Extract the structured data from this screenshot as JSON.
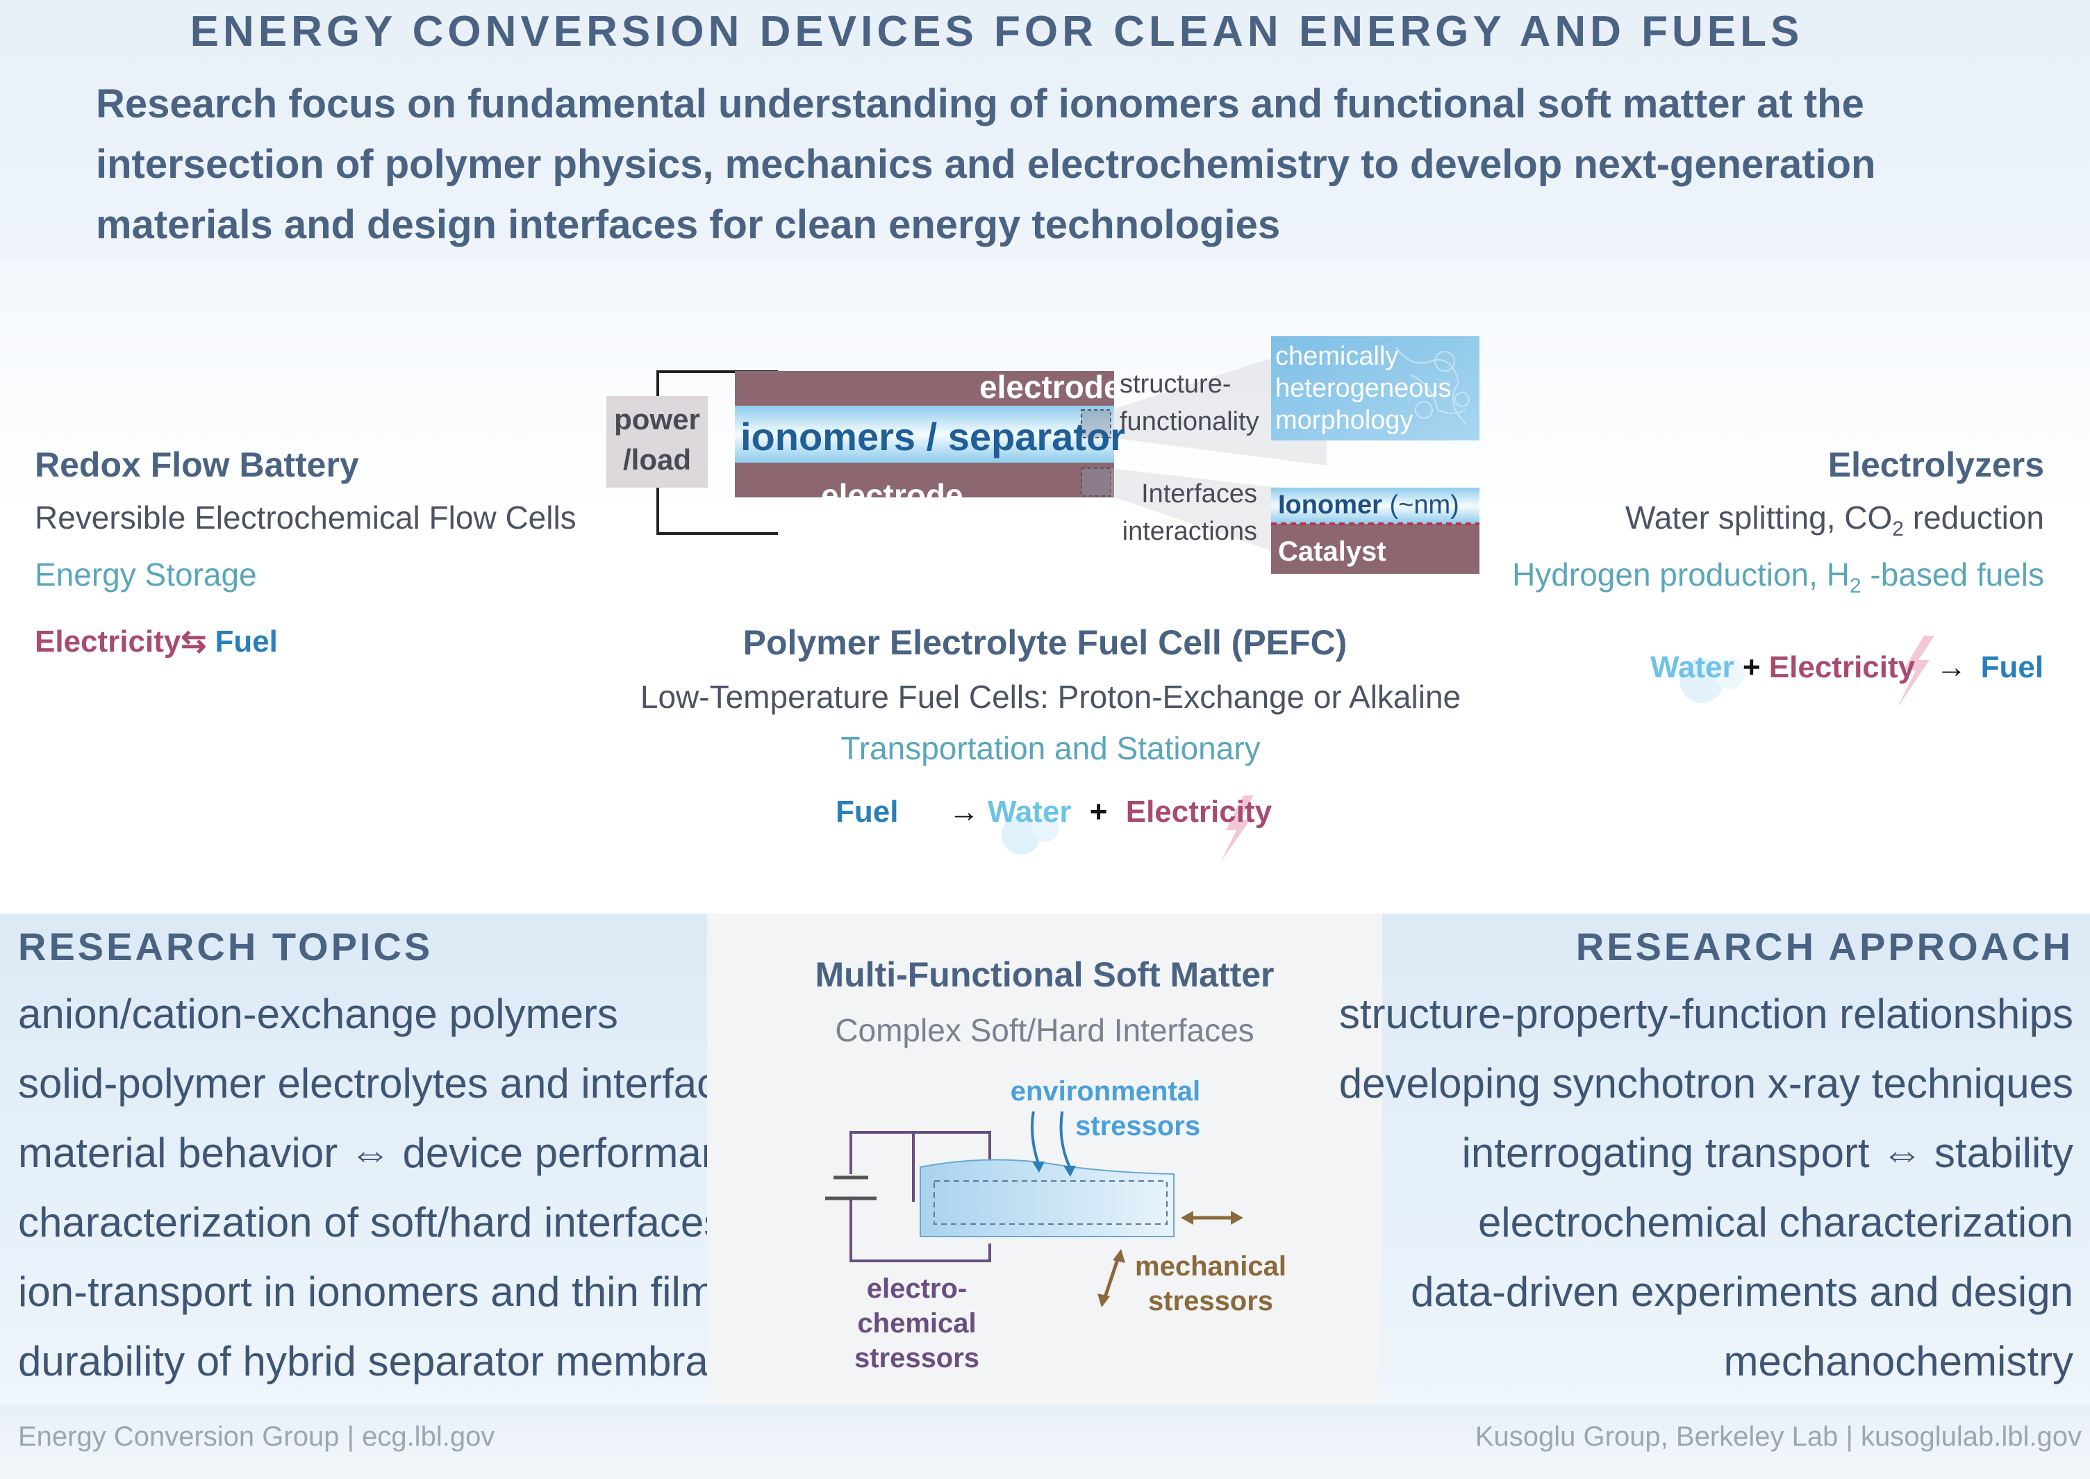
{
  "header": {
    "title": "ENERGY CONVERSION DEVICES FOR CLEAN ENERGY AND FUELS",
    "subtitle_lines": [
      "Research focus on fundamental understanding of ionomers and functional soft matter at the",
      "intersection of polymer physics, mechanics and electrochemistry to develop next-generation",
      "materials and design interfaces for clean energy technologies"
    ]
  },
  "redox": {
    "title": "Redox Flow Battery",
    "subtitle": "Reversible Electrochemical Flow Cells",
    "application": "Energy Storage",
    "electricity": "Electricity",
    "arrow": "⇆",
    "fuel": "Fuel"
  },
  "diagram": {
    "power_line1": "power",
    "power_line2": "/load",
    "electrode_top": "electrode",
    "separator": "ionomers / separator",
    "electrode_bottom": "electrode",
    "structure_line1": "structure-",
    "structure_line2": "functionality",
    "interfaces_line1": "Interfaces",
    "interfaces_line2": "interactions",
    "morph_line1": "chemically",
    "morph_line2": "heterogeneous",
    "morph_line3": "morphology",
    "ionomer": "Ionomer",
    "ionomer_scale": "(~nm)",
    "catalyst": "Catalyst"
  },
  "pefc": {
    "title": "Polymer Electrolyte Fuel Cell (PEFC)",
    "subtitle": "Low-Temperature Fuel Cells: Proton-Exchange or Alkaline",
    "application": "Transportation and Stationary",
    "fuel": "Fuel",
    "arrow": "→",
    "water": "Water",
    "plus": "+",
    "electricity": "Electricity"
  },
  "electrolyzers": {
    "title": "Electrolyzers",
    "subtitle_pre": "Water splitting, CO",
    "subtitle_sub": "2",
    "subtitle_post": " reduction",
    "app_pre": "Hydrogen production, H",
    "app_sub": "2",
    "app_post": " -based fuels",
    "water": "Water",
    "plus": "+",
    "electricity": "Electricity",
    "arrow": "→",
    "fuel": "Fuel"
  },
  "topics": {
    "title": "RESEARCH TOPICS",
    "items": [
      "anion/cation-exchange polymers",
      "solid-polymer electrolytes and interfaces",
      "material behavior ⇔ device performance",
      "characterization of soft/hard interfaces",
      "ion-transport in ionomers and thin films",
      "durability of hybrid separator membranes"
    ]
  },
  "soft_matter": {
    "title": "Multi-Functional Soft Matter",
    "subtitle": "Complex Soft/Hard Interfaces",
    "env_line1": "environmental",
    "env_line2": "stressors",
    "echem_line1": "electro-",
    "echem_line2": "chemical",
    "echem_line3": "stressors",
    "mech_line1": "mechanical",
    "mech_line2": "stressors"
  },
  "approach": {
    "title": "RESEARCH APPROACH",
    "items": [
      "structure-property-function relationships",
      "developing synchotron x-ray techniques",
      "interrogating transport ⇔ stability",
      "electrochemical characterization",
      "data-driven experiments and design",
      "mechanochemistry"
    ]
  },
  "footer": {
    "left": "Energy Conversion Group | ecg.lbl.gov",
    "right": "Kusoglu Group, Berkeley Lab | kusoglulab.lbl.gov"
  },
  "colors": {
    "title_blue": "#4a6383",
    "magenta": "#a84a72",
    "blue": "#2a7fb8",
    "light_blue": "#6ec2e6",
    "teal": "#5aa6bb",
    "electrode": "#8c6770",
    "mechanical": "#8a6a3a",
    "electrochemical": "#6b4e80"
  }
}
